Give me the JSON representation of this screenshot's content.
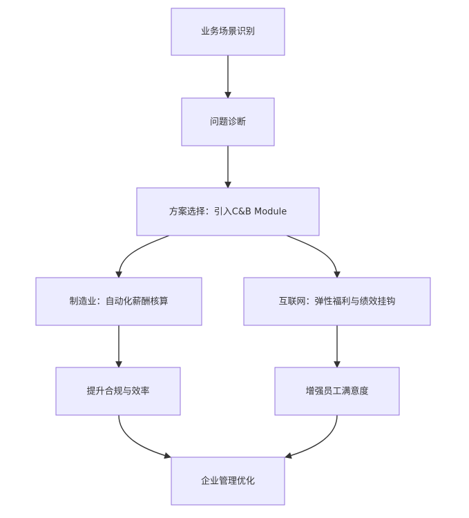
{
  "flowchart": {
    "nodes": {
      "identify": "业务场景识别",
      "diagnose": "问题诊断",
      "solution": "方案选择：引入C&B Module",
      "manufacturing": "制造业：自动化薪酬核算",
      "internet": "互联网：弹性福利与绩效挂钩",
      "compliance": "提升合规与效率",
      "satisfaction": "增强员工满意度",
      "optimize": "企业管理优化"
    },
    "edges": [
      [
        "identify",
        "diagnose"
      ],
      [
        "diagnose",
        "solution"
      ],
      [
        "solution",
        "manufacturing"
      ],
      [
        "solution",
        "internet"
      ],
      [
        "manufacturing",
        "compliance"
      ],
      [
        "internet",
        "satisfaction"
      ],
      [
        "compliance",
        "optimize"
      ],
      [
        "satisfaction",
        "optimize"
      ]
    ],
    "colors": {
      "node_fill": "#ECECFF",
      "node_border": "#9370DB",
      "edge": "#333333",
      "text": "#333333"
    }
  }
}
